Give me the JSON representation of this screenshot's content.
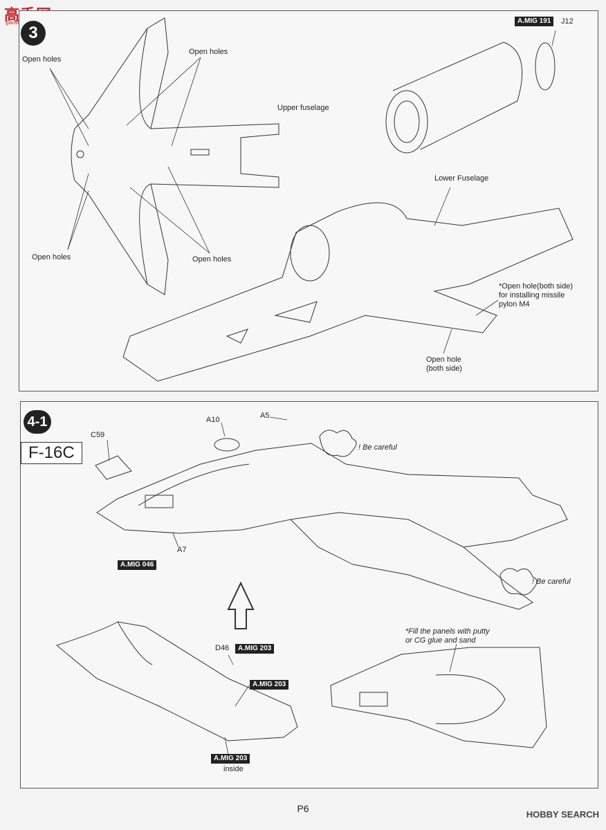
{
  "watermark": {
    "site": "高手网",
    "site_url_text": "gaoshou.com",
    "brand": "HOBBY SEARCH"
  },
  "step3": {
    "number": "3",
    "labels": {
      "open_holes_1": "Open holes",
      "open_holes_2": "Open holes",
      "open_holes_3": "Open holes",
      "open_holes_4": "Open holes",
      "upper_fuselage": "Upper fuselage",
      "lower_fuselage": "Lower Fuselage",
      "missile_note": "*Open hole(both side)\nfor installing missile\npylon M4",
      "open_hole_both": "Open hole\n(both side)",
      "part_j12": "J12"
    },
    "tags": {
      "amig191": "A.MIG 191"
    }
  },
  "step41": {
    "number": "4-1",
    "model": "F-16C",
    "labels": {
      "a10": "A10",
      "a5": "A5",
      "c59": "C59",
      "a7": "A7",
      "d46": "D46",
      "careful1": "! Be careful",
      "careful2": "! Be careful",
      "fill_note": "*Fill the panels with putty\nor CG glue and sand",
      "inside": "inside"
    },
    "tags": {
      "amig046": "A.MIG 046",
      "amig203a": "A.MIG 203",
      "amig203b": "A.MIG 203",
      "amig203c": "A.MIG 203"
    }
  },
  "footer": {
    "page": "P6"
  }
}
